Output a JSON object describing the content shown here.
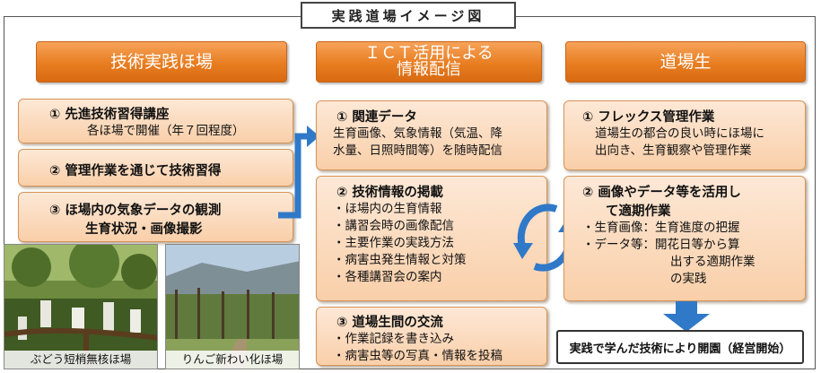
{
  "title": "実践道場イメージ図",
  "columns": {
    "left": {
      "header": "技術実践ほ場"
    },
    "middle": {
      "header_line1": "ＩＣＴ活用による",
      "header_line2": "情報配信"
    },
    "right": {
      "header": "道場生"
    }
  },
  "left_boxes": [
    {
      "title": "①  先進技術習得講座",
      "body": "各ほ場で開催（年７回程度）"
    },
    {
      "title": "②  管理作業を通じて技術習得"
    },
    {
      "title_line1": "③  ほ場内の気象データの観測",
      "title_line2": "生育状況・画像撮影"
    }
  ],
  "middle_boxes": [
    {
      "title": "①  関連データ",
      "body_line1": "生育画像、気象情報（気温、降",
      "body_line2": "水量、日照時間等）を随時配信"
    },
    {
      "title": "②  技術情報の掲載",
      "items": [
        "・ほ場内の生育情報",
        "・講習会時の画像配信",
        "・主要作業の実践方法",
        "・病害虫発生情報と対策",
        "・各種講習会の案内"
      ]
    },
    {
      "title": "③  道場生間の交流",
      "items": [
        "・作業記録を書き込み",
        "・病害虫等の写真・情報を投稿"
      ]
    }
  ],
  "right_boxes": [
    {
      "title": "①  フレックス管理作業",
      "body_line1": "道場生の都合の良い時にほ場に",
      "body_line2": "出向き、生育観察や管理作業"
    },
    {
      "title_line1": "②  画像やデータ等を活用し",
      "title_line2": "て適期作業",
      "line1": "・生育画像：生育進度の把握",
      "line2": "・データ等：開花日等から算",
      "line3": "出する適期作業",
      "line4": "の実践"
    }
  ],
  "photos": [
    {
      "caption": "ぶどう短梢無核ほ場"
    },
    {
      "caption": "りんご新わい化ほ場"
    }
  ],
  "result": "実践で学んだ技術により開園（経営開始）",
  "colors": {
    "header": "#e87d20",
    "box": "#fbdcc0",
    "arrow_blue": "#2f79c8"
  }
}
